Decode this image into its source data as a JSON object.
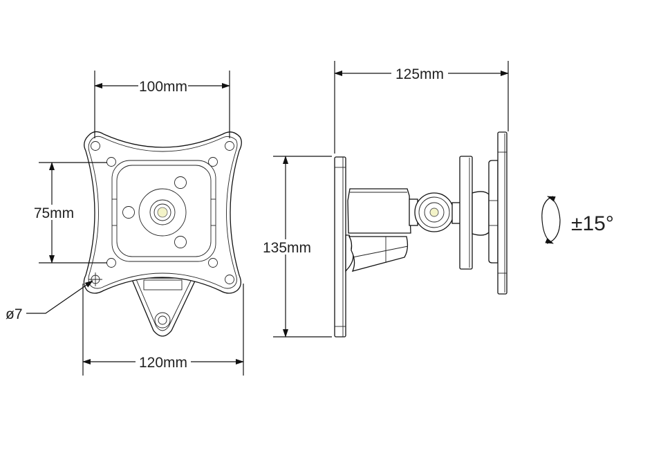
{
  "front_view": {
    "width_top": "100mm",
    "height_left": "75mm",
    "hole_diameter": "ø7",
    "width_bottom": "120mm"
  },
  "side_view": {
    "depth": "125mm",
    "height": "135mm",
    "tilt_angle": "±15°"
  },
  "colors": {
    "line": "#111111",
    "accent": "#f3f3c8"
  }
}
